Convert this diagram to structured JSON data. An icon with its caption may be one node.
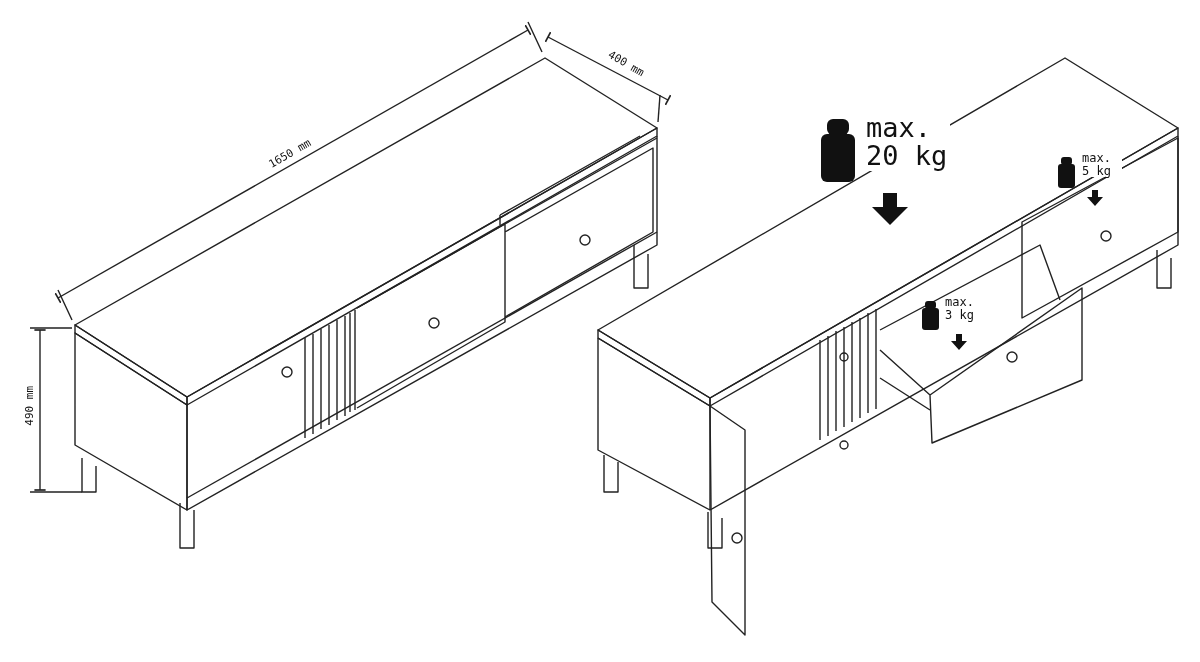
{
  "diagram": {
    "labels": [
      "400 mm",
      "1650 mm",
      "490 mm",
      "max. 20 kg",
      "max. 5 kg",
      "max. 3 kg"
    ]
  }
}
